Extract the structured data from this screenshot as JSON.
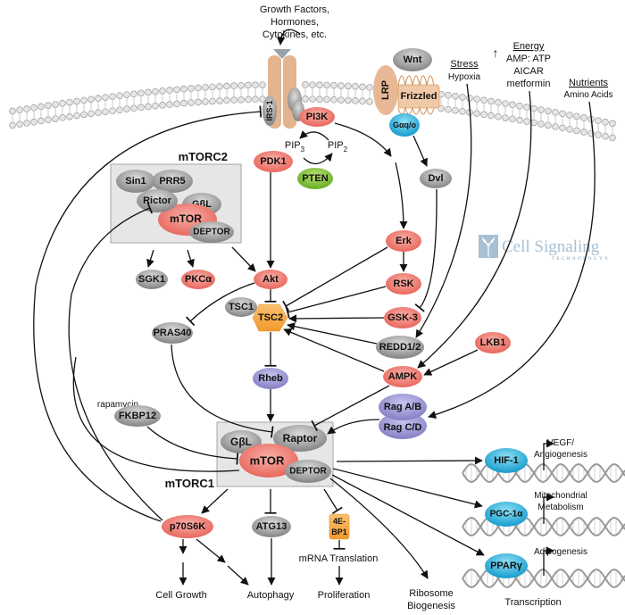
{
  "inputs": {
    "growth_factors": [
      "Growth Factors,",
      "Hormones,",
      "Cytokines, etc."
    ],
    "stress": {
      "title": "Stress",
      "sub": "Hypoxia"
    },
    "energy": {
      "title": "Energy",
      "lines": [
        "AMP: ATP",
        "AICAR",
        "metformin"
      ],
      "arrow": "↑"
    },
    "nutrients": {
      "title": "Nutrients",
      "sub": "Amino Acids"
    }
  },
  "membrane_proteins": {
    "irs1": "IRS-1",
    "pi3k": "PI3K",
    "lrp": "LRP",
    "frizzled": "Frizzled",
    "wnt": "Wnt",
    "galpha": "Gαq/o"
  },
  "lipids": {
    "pip3": "PIP",
    "pip3_sub": "3",
    "pip2": "PIP",
    "pip2_sub": "2"
  },
  "complexes": {
    "mtorc2": {
      "title": "mTORC2",
      "members": {
        "sin1": "Sin1",
        "prr5": "PRR5",
        "rictor": "Rictor",
        "gbl": "GβL",
        "mtor": "mTOR",
        "deptor": "DEPTOR"
      }
    },
    "mtorc1": {
      "title": "mTORC1",
      "members": {
        "gbl": "GβL",
        "raptor": "Raptor",
        "mtor": "mTOR",
        "deptor": "DEPTOR"
      }
    }
  },
  "nodes": {
    "pdk1": "PDK1",
    "pten": "PTEN",
    "dvl": "Dvl",
    "erk": "Erk",
    "rsk": "RSK",
    "gsk3": "GSK-3",
    "redd": "REDD1/2",
    "lkb1": "LKB1",
    "ampk": "AMPK",
    "rag_ab": "Rag A/B",
    "rag_cd": "Rag C/D",
    "sgk1": "SGK1",
    "pkca": "PKCα",
    "akt": "Akt",
    "tsc1": "TSC1",
    "tsc2": "TSC2",
    "pras40": "PRAS40",
    "rheb": "Rheb",
    "fkbp12": "FKBP12",
    "rapamycin": "rapamycin",
    "p70s6k": "p70S6K",
    "atg13": "ATG13",
    "ebp1_a": "4E-",
    "ebp1_b": "BP1",
    "hif1": "HIF-1",
    "pgc1a": "PGC-1α",
    "pparg": "PPARγ"
  },
  "outputs": {
    "cell_growth": "Cell Growth",
    "autophagy": "Autophagy",
    "mrna_translation": "mRNA Translation",
    "proliferation": "Proliferation",
    "ribosome": [
      "Ribosome",
      "Biogenesis"
    ],
    "vegf": [
      "VEGF/",
      "Angiogenesis"
    ],
    "mito": [
      "Mitochondrial",
      "Metabolism"
    ],
    "adipo": "Adipogenesis",
    "transcription": "Transcription"
  },
  "logo": {
    "name": "Cell Signaling",
    "sub": "TECHNOLOGY®"
  },
  "colors": {
    "red_node": "#ee7d75",
    "gray_node": "#a6a6a6",
    "green_node": "#8cc63f",
    "purple_node": "#9f9ad6",
    "orange_node": "#f7a13a",
    "cyan_node": "#3cb4dc",
    "tan_receptor": "#e8b896",
    "complex_box": "#e8e8e8"
  }
}
